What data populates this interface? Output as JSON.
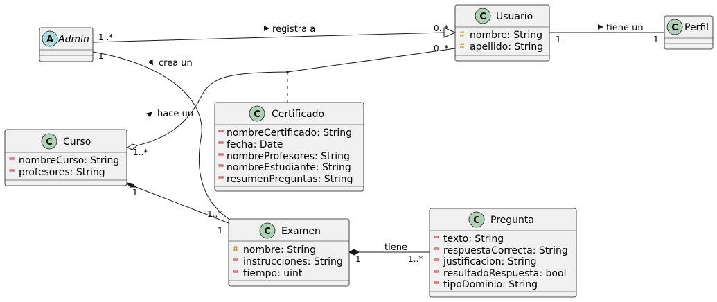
{
  "classes": {
    "admin": {
      "badge": "A",
      "name": "Admin",
      "attributes": []
    },
    "usuario": {
      "badge": "C",
      "name": "Usuario",
      "attributes": [
        {
          "vis": "#",
          "text": "nombre: String"
        },
        {
          "vis": "#",
          "text": "apellido: String"
        }
      ]
    },
    "perfil": {
      "badge": "C",
      "name": "Perfil",
      "attributes": []
    },
    "certificado": {
      "badge": "C",
      "name": "Certificado",
      "attributes": [
        {
          "vis": "-",
          "text": "nombreCertificado: String"
        },
        {
          "vis": "-",
          "text": "fecha: Date"
        },
        {
          "vis": "-",
          "text": "nombreProfesores: String"
        },
        {
          "vis": "-",
          "text": "nombreEstudiante: String"
        },
        {
          "vis": "-",
          "text": "resumenPreguntas: String"
        }
      ]
    },
    "curso": {
      "badge": "C",
      "name": "Curso",
      "attributes": [
        {
          "vis": "-",
          "text": "nombreCurso: String"
        },
        {
          "vis": "-",
          "text": "profesores: String"
        }
      ]
    },
    "examen": {
      "badge": "C",
      "name": "Examen",
      "attributes": [
        {
          "vis": "#",
          "text": "nombre: String"
        },
        {
          "vis": "-",
          "text": "instrucciones: String"
        },
        {
          "vis": "-",
          "text": "tiempo: uint"
        }
      ]
    },
    "pregunta": {
      "badge": "C",
      "name": "Pregunta",
      "attributes": [
        {
          "vis": "-",
          "text": "texto: String"
        },
        {
          "vis": "-",
          "text": "respuestaCorrecta: String"
        },
        {
          "vis": "-",
          "text": "justificacion: String"
        },
        {
          "vis": "-",
          "text": "resultadoRespuesta: bool"
        },
        {
          "vis": "-",
          "text": "tipoDominio: String"
        }
      ]
    }
  },
  "relations": {
    "admin_usuario": {
      "label": "registra a",
      "source_mult": "1..*",
      "target_mult": "0..*"
    },
    "usuario_perfil": {
      "label": "tiene un",
      "source_mult": "1",
      "target_mult": "1"
    },
    "admin_examen": {
      "label": "crea un",
      "source_mult": "1",
      "target_mult": "1..*"
    },
    "curso_usuario": {
      "label": "hace un",
      "source_mult": "1..*",
      "target_mult": "0..*"
    },
    "curso_examen": {
      "label": "",
      "source_mult": "1",
      "target_mult": "1"
    },
    "examen_pregunta": {
      "label": "tiene",
      "source_mult": "1",
      "target_mult": "1..*"
    }
  }
}
